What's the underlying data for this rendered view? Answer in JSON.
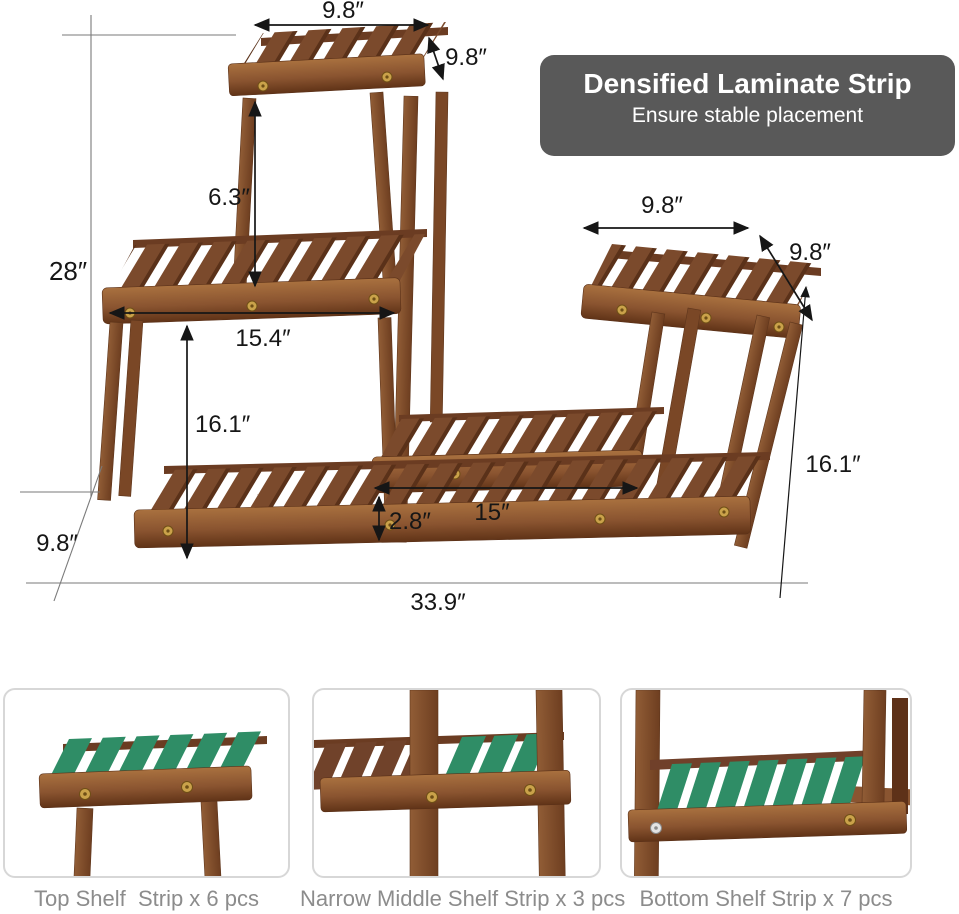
{
  "badge": {
    "title": "Densified Laminate Strip",
    "subtitle": "Ensure stable placement"
  },
  "dimensions": {
    "top_shelf_width": "9.8″",
    "top_shelf_depth": "9.8″",
    "top_tier_height": "6.3″",
    "total_height": "28″",
    "left_shelf_width": "15.4″",
    "left_tier_height": "16.1″",
    "right_shelf_width": "9.8″",
    "right_shelf_depth": "9.8″",
    "right_tier_height": "16.1″",
    "middle_shelf_clearance": "2.8″",
    "middle_shelf_width": "15″",
    "base_depth": "9.8″",
    "total_width": "33.9″"
  },
  "panels": [
    {
      "caption": "Top Shelf  Strip x 6 pcs"
    },
    {
      "caption": "Narrow Middle Shelf Strip x 3 pcs"
    },
    {
      "caption": "Bottom Shelf Strip x 7 pcs"
    }
  ],
  "colors": {
    "badge_background": "#595959",
    "wood_brown": "#7b4a2c",
    "wood_rail": "#8a5430",
    "strip_green": "#2f8d66",
    "dimension_text": "#161616",
    "caption_gray": "#8c8c8c"
  }
}
